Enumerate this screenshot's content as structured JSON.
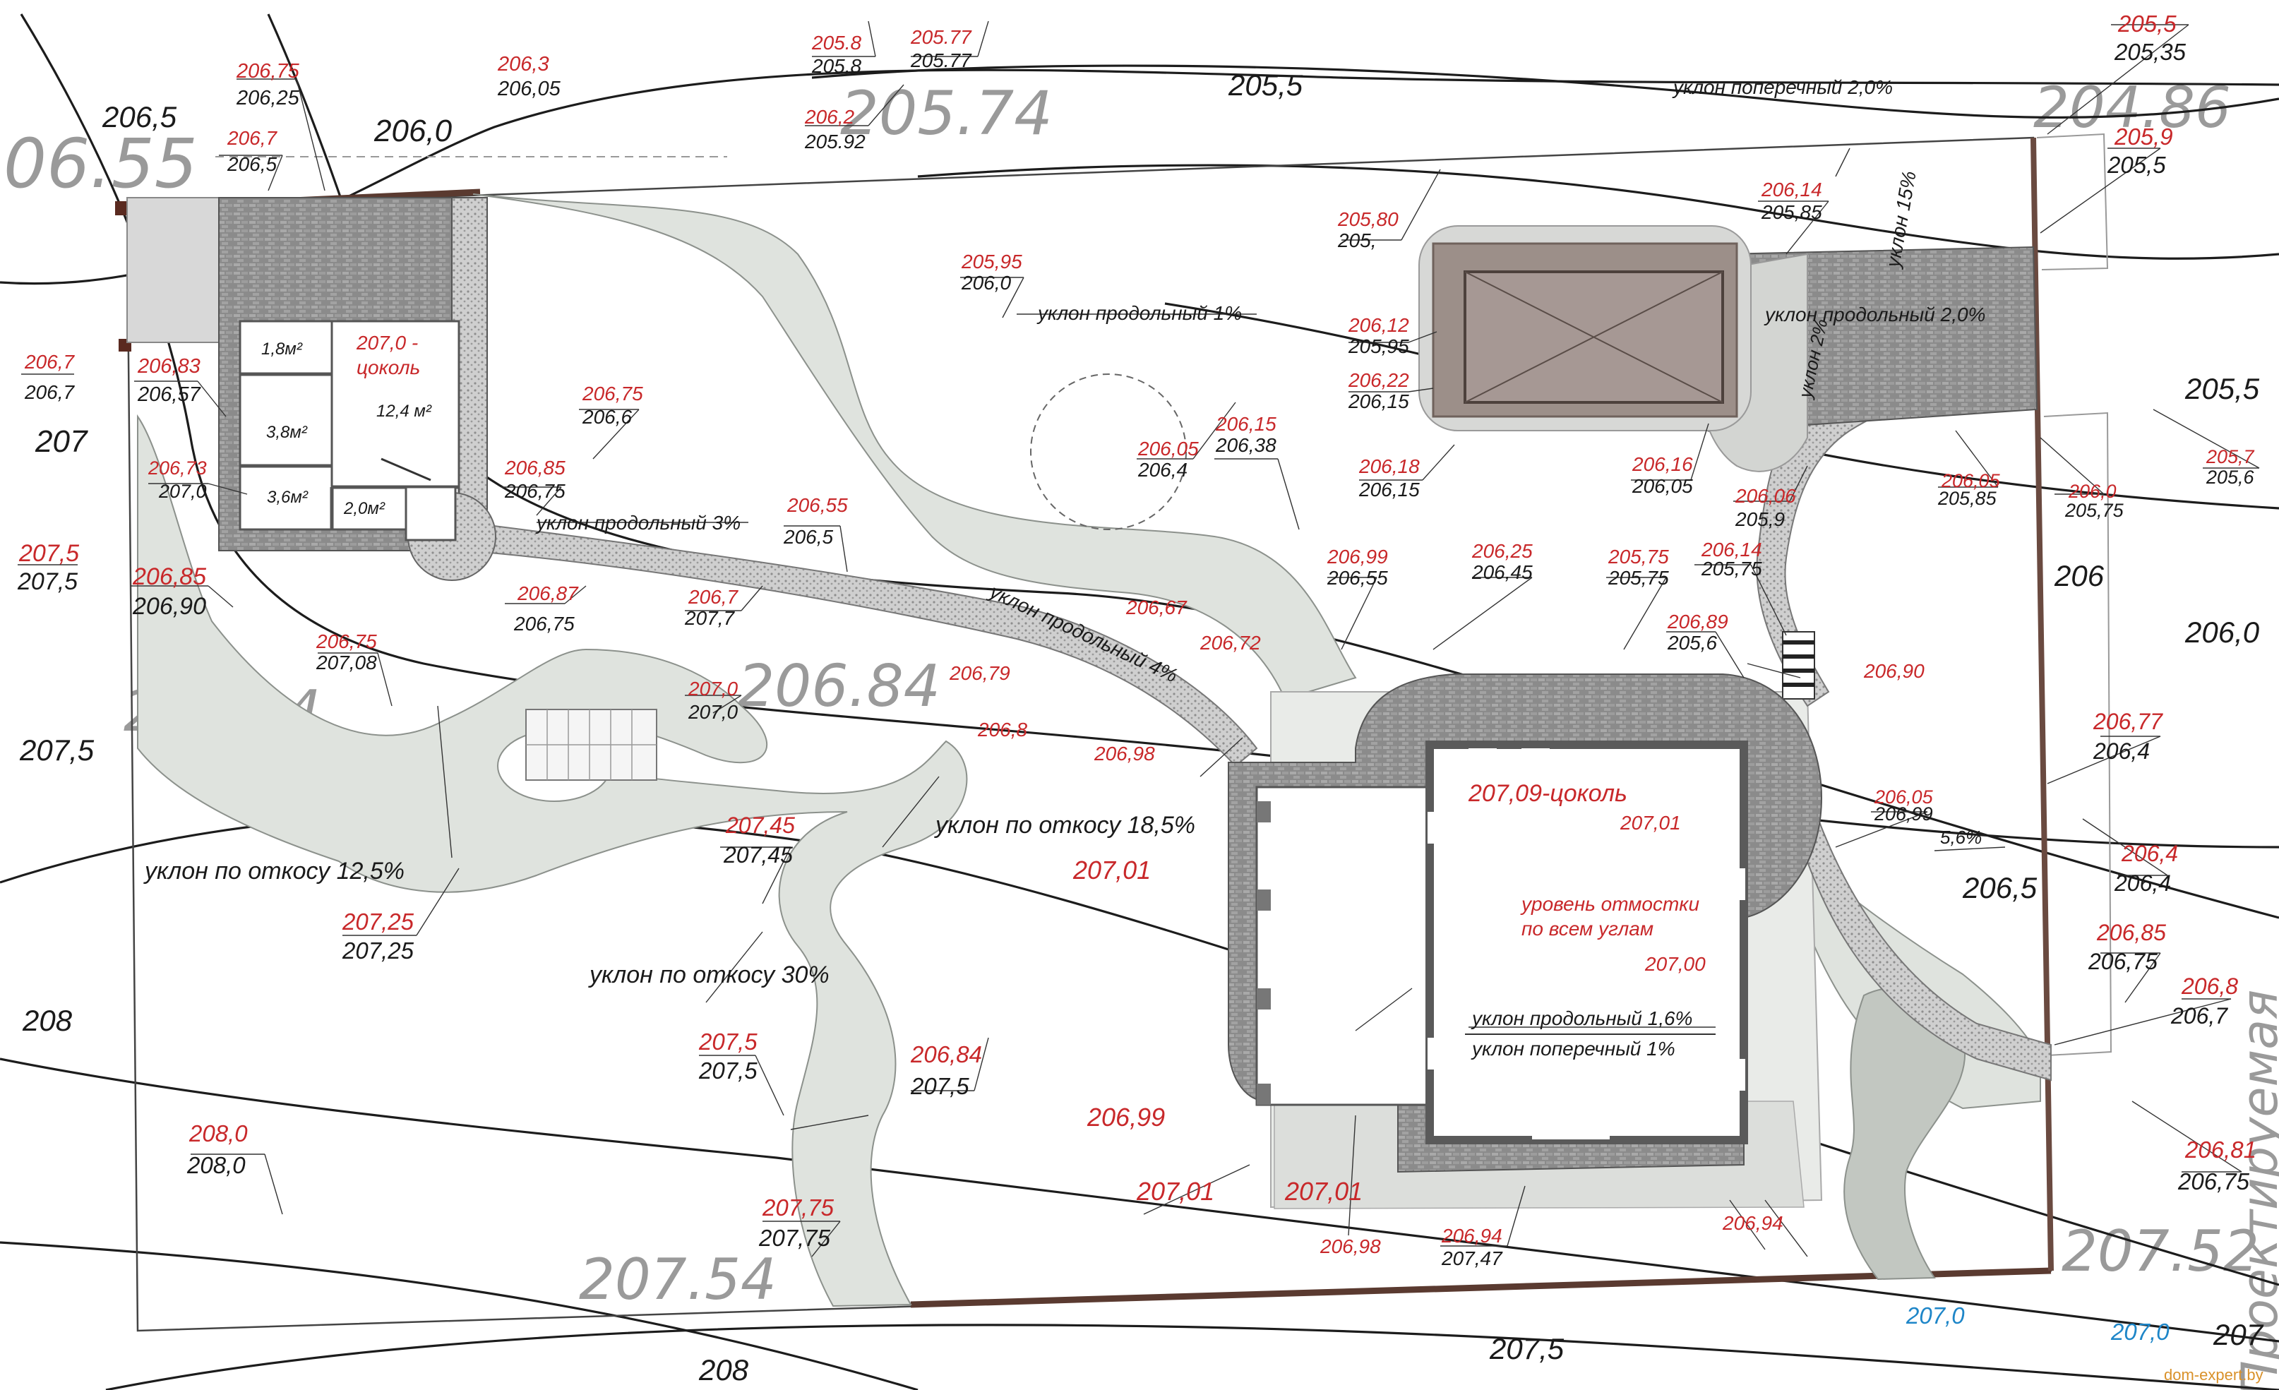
{
  "site": {
    "watermark": "dom-expert.by",
    "colors": {
      "design_mark": "#c8282a",
      "existing_mark": "#1a1a1a",
      "boundary_mark": "#1e86c8",
      "fence": "#5a3a30"
    }
  },
  "ghost_labels": [
    {
      "id": "g1",
      "text": "06.55"
    },
    {
      "id": "g2",
      "text": "205.74"
    },
    {
      "id": "g3",
      "text": "204.86"
    },
    {
      "id": "g4",
      "text": "207.34"
    },
    {
      "id": "g5",
      "text": "206.84"
    },
    {
      "id": "g6",
      "text": "207.54"
    },
    {
      "id": "g7",
      "text": "207.52"
    },
    {
      "id": "g8",
      "text": "Проектируемая"
    }
  ],
  "contour_labels": [
    {
      "id": "c1",
      "text": "206,5"
    },
    {
      "id": "c2",
      "text": "206,0"
    },
    {
      "id": "c3",
      "text": "205,5"
    },
    {
      "id": "c4",
      "text": "207"
    },
    {
      "id": "c5",
      "text": "207,5"
    },
    {
      "id": "c6",
      "text": "208"
    },
    {
      "id": "c7",
      "text": "205,5"
    },
    {
      "id": "c8",
      "text": "206"
    },
    {
      "id": "c9",
      "text": "206,0"
    },
    {
      "id": "c10",
      "text": "206,5"
    },
    {
      "id": "c11",
      "text": "207,5"
    },
    {
      "id": "c12",
      "text": "208"
    },
    {
      "id": "c13",
      "text": "207"
    }
  ],
  "elevation_marks": [
    {
      "id": "e1",
      "design": "206,75",
      "existing": "206,25"
    },
    {
      "id": "e2",
      "design": "206,3",
      "existing": "206,05"
    },
    {
      "id": "e3",
      "design": "205.8",
      "existing": "205.8"
    },
    {
      "id": "e4",
      "design": "205.77",
      "existing": "205.77"
    },
    {
      "id": "e5",
      "design": "206,2",
      "existing": "205.92"
    },
    {
      "id": "e6",
      "design": "206,7",
      "existing": "206,5"
    },
    {
      "id": "e7",
      "design": "205,5",
      "existing": "205,35"
    },
    {
      "id": "e8",
      "design": "205,9",
      "existing": "205,5"
    },
    {
      "id": "e9",
      "design": "206,14",
      "existing": "205,85"
    },
    {
      "id": "e10",
      "design": "205,80",
      "existing": "205,"
    },
    {
      "id": "e11",
      "design": "205,95",
      "existing": "206,0"
    },
    {
      "id": "e12",
      "design": "206,12",
      "existing": "205,95"
    },
    {
      "id": "e13",
      "design": "206,22",
      "existing": "206,15"
    },
    {
      "id": "e14",
      "design": "206,7",
      "existing": "206,7"
    },
    {
      "id": "e15",
      "design": "206,83",
      "existing": "206,57"
    },
    {
      "id": "e16",
      "design": "206,75",
      "existing": "206,6"
    },
    {
      "id": "e17",
      "design": "206,73",
      "existing": "207,0"
    },
    {
      "id": "e18",
      "design": "206,85",
      "existing": "206,75"
    },
    {
      "id": "e19",
      "design": "206,05",
      "existing": "206,4"
    },
    {
      "id": "e20",
      "design": "206,15",
      "existing": "206,38"
    },
    {
      "id": "e21",
      "design": "206,18",
      "existing": "206,15"
    },
    {
      "id": "e22",
      "design": "206,16",
      "existing": "206,05"
    },
    {
      "id": "e23",
      "design": "206,06",
      "existing": "205,9"
    },
    {
      "id": "e24",
      "design": "206,05",
      "existing": "205,85"
    },
    {
      "id": "e25",
      "design": "206,0",
      "existing": "205,75"
    },
    {
      "id": "e26",
      "design": "205,7",
      "existing": "205,6"
    },
    {
      "id": "e27",
      "design": "207,5",
      "existing": "207,5"
    },
    {
      "id": "e28",
      "design": "206,55",
      "existing": "206,5"
    },
    {
      "id": "e29",
      "design": "206,85",
      "existing": "206,90"
    },
    {
      "id": "e30",
      "design": "206,87",
      "existing": "206,75"
    },
    {
      "id": "e31",
      "design": "206,7",
      "existing": "207,7"
    },
    {
      "id": "e32",
      "design": "206,99",
      "existing": "206,55"
    },
    {
      "id": "e33",
      "design": "206,25",
      "existing": "206,45"
    },
    {
      "id": "e34",
      "design": "205,75",
      "existing": "205,75"
    },
    {
      "id": "e35",
      "design": "206,14",
      "existing": "205,75"
    },
    {
      "id": "e36",
      "design": "206,89",
      "existing": "205,6"
    },
    {
      "id": "e37",
      "design": "206,75",
      "existing": "207,08"
    },
    {
      "id": "e38",
      "design": "207,0",
      "existing": "207,0"
    },
    {
      "id": "e39",
      "design": "207,45",
      "existing": "207,45"
    },
    {
      "id": "e40",
      "design": "206,77",
      "existing": "206,4"
    },
    {
      "id": "e41",
      "design": "206,4",
      "existing": "206,4"
    },
    {
      "id": "e42",
      "design": "206,05",
      "existing": "206,99"
    },
    {
      "id": "e43",
      "design": "207,25",
      "existing": "207,25"
    },
    {
      "id": "e44",
      "design": "206,85",
      "existing": "206,75"
    },
    {
      "id": "e45",
      "design": "206,8",
      "existing": "206,7"
    },
    {
      "id": "e46",
      "design": "207,5",
      "existing": "207,5"
    },
    {
      "id": "e47",
      "design": "206,84",
      "existing": "207,5"
    },
    {
      "id": "e48",
      "design": "208,0",
      "existing": "208,0"
    },
    {
      "id": "e49",
      "design": "207,75",
      "existing": "207,75"
    },
    {
      "id": "e50",
      "design": "206,81",
      "existing": "206,75"
    },
    {
      "id": "e51",
      "design": "206,94",
      "existing": "207,47"
    }
  ],
  "single_marks": [
    {
      "id": "s1",
      "text": "206,67"
    },
    {
      "id": "s2",
      "text": "206,72"
    },
    {
      "id": "s3",
      "text": "206,79"
    },
    {
      "id": "s4",
      "text": "206,8"
    },
    {
      "id": "s5",
      "text": "206,98"
    },
    {
      "id": "s6",
      "text": "206,90"
    },
    {
      "id": "s7",
      "text": "207,01"
    },
    {
      "id": "s8",
      "text": "207,01"
    },
    {
      "id": "s9",
      "text": "207,00"
    },
    {
      "id": "s10",
      "text": "206,99"
    },
    {
      "id": "s11",
      "text": "207,01"
    },
    {
      "id": "s12",
      "text": "207,01"
    },
    {
      "id": "s13",
      "text": "206,98"
    },
    {
      "id": "s14",
      "text": "206,94"
    }
  ],
  "boundary_marks": [
    {
      "id": "b1",
      "text": "207,0"
    },
    {
      "id": "b2",
      "text": "207,0"
    }
  ],
  "slope_labels": [
    {
      "id": "sl1",
      "text": "уклон поперечный 2,0%"
    },
    {
      "id": "sl2",
      "text": "уклон продольный 1%"
    },
    {
      "id": "sl3",
      "text": "уклон продольный 2,0%"
    },
    {
      "id": "sl4",
      "text": "уклон 15%"
    },
    {
      "id": "sl5",
      "text": "уклон 2%"
    },
    {
      "id": "sl6",
      "text": "уклон продольный 3%"
    },
    {
      "id": "sl7",
      "text": "уклон продольный 4%"
    },
    {
      "id": "sl8",
      "text": "уклон по откосу 18,5%"
    },
    {
      "id": "sl9",
      "text": "уклон по откосу 12,5%"
    },
    {
      "id": "sl10",
      "text": "уклон по откосу 30%"
    },
    {
      "id": "sl11",
      "text": "5,6%"
    },
    {
      "id": "sl12",
      "text": "уклон продольный 1,6%"
    },
    {
      "id": "sl13",
      "text": "уклон поперечный 1%"
    }
  ],
  "buildings": {
    "sauna": {
      "plinth_line1": "207,0 -",
      "plinth_line2": "цоколь",
      "rooms": [
        {
          "id": "r1",
          "text": "1,8м²"
        },
        {
          "id": "r2",
          "text": "12,4 м²"
        },
        {
          "id": "r3",
          "text": "3,8м²"
        },
        {
          "id": "r4",
          "text": "3,6м²"
        },
        {
          "id": "r5",
          "text": "2,0м²"
        }
      ]
    },
    "house": {
      "plinth": "207,09-цоколь",
      "note_line1": "уровень отмостки",
      "note_line2": "по всем углам"
    }
  }
}
